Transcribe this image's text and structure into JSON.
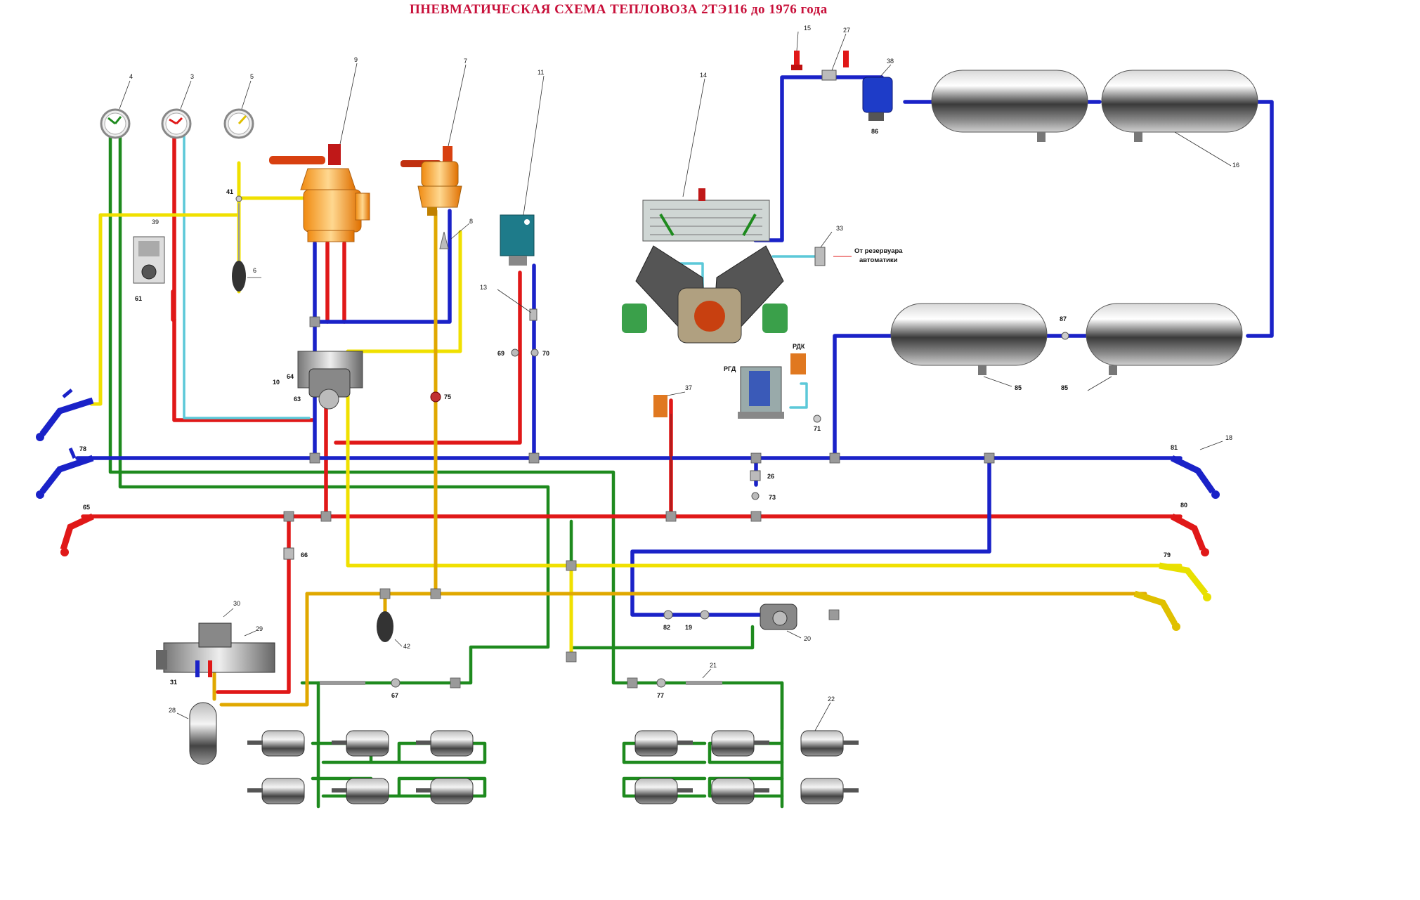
{
  "title": "ПНЕВМАТИЧЕСКАЯ СХЕМА ТЕПЛОВОЗА 2ТЭ116 до 1976 года",
  "source_label_line1": "От резервуара",
  "source_label_line2": "автоматики",
  "label_rgd": "РГД",
  "label_rdk": "РДК",
  "colors": {
    "main_reservoir_line": "#1a22c8",
    "brake_line": "#e01818",
    "brake_cylinder_line": "#1e8a1e",
    "equalizing_line": "#f0e000",
    "auxiliary_line": "#e0a800",
    "automation_line": "#5cc8d8",
    "title": "#c8103a"
  },
  "numbers": {
    "n1": "4",
    "n2": "3",
    "n3": "5",
    "n4": "9",
    "n5": "7",
    "n6": "11",
    "n7": "14",
    "n8": "15",
    "n9": "27",
    "n10": "38",
    "n11": "86",
    "n12": "16",
    "n13": "41",
    "n14": "39",
    "n15": "6",
    "n16": "8",
    "n17": "61",
    "n18": "13",
    "n19": "33",
    "n20": "69",
    "n21": "70",
    "n22": "87",
    "n23": "10",
    "n24": "64",
    "n25": "63",
    "n26": "75",
    "n27": "37",
    "n28": "71",
    "n29": "85",
    "n30": "85",
    "n31": "78",
    "n32": "81",
    "n33": "18",
    "n34": "26",
    "n35": "73",
    "n36": "65",
    "n37": "80",
    "n38": "66",
    "n39": "79",
    "n40": "30",
    "n41": "29",
    "n42": "42",
    "n43": "82",
    "n44": "19",
    "n45": "20",
    "n46": "31",
    "n47": "21",
    "n48": "67",
    "n49": "77",
    "n50": "22",
    "n51": "28"
  }
}
